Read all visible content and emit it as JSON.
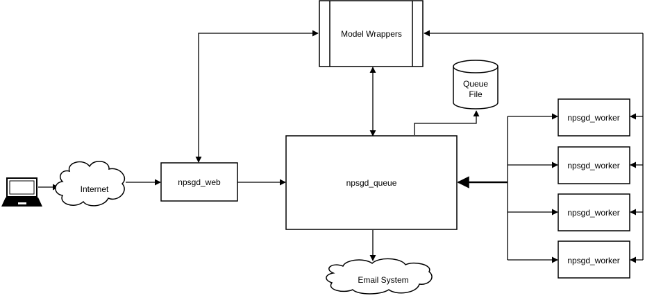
{
  "nodes": {
    "model_wrappers": "Model Wrappers",
    "queue_file_line1": "Queue",
    "queue_file_line2": "File",
    "internet": "Internet",
    "web": "npsgd_web",
    "queue": "npsgd_queue",
    "email": "Email System",
    "worker_1": "npsgd_worker",
    "worker_2": "npsgd_worker",
    "worker_3": "npsgd_worker",
    "worker_4": "npsgd_worker"
  },
  "icons": {
    "client": "laptop-icon",
    "internet": "cloud-icon",
    "email": "cloud-icon",
    "queue_file": "database-cylinder-icon"
  },
  "colors": {
    "stroke": "#000000",
    "fill": "#ffffff"
  }
}
